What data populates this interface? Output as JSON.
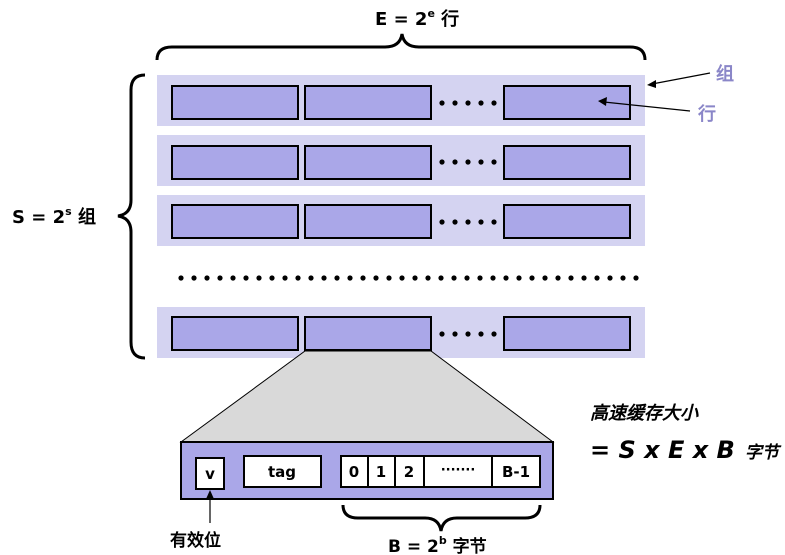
{
  "labels": {
    "e_label_base": "E = 2",
    "e_label_exp": "e",
    "e_label_unit": " 行",
    "s_label_base": "S = 2",
    "s_label_exp": "s",
    "s_label_unit": " 组",
    "group_callout": "组",
    "line_callout": "行",
    "cache_size_title": "高速缓存大小",
    "cache_size_formula": "= S x E x B",
    "cache_size_unit": "字节",
    "valid_label": "有效位",
    "b_label_base": "B = 2",
    "b_label_exp": "b",
    "b_label_unit": " 字节"
  },
  "line_fields": {
    "valid": "v",
    "tag": "tag",
    "bytes": [
      "0",
      "1",
      "2",
      "·······",
      "B-1"
    ]
  },
  "colors": {
    "set_background": "#d4d3f1",
    "line_fill": "#aaa7e8",
    "callout_text": "#8a86c8"
  }
}
